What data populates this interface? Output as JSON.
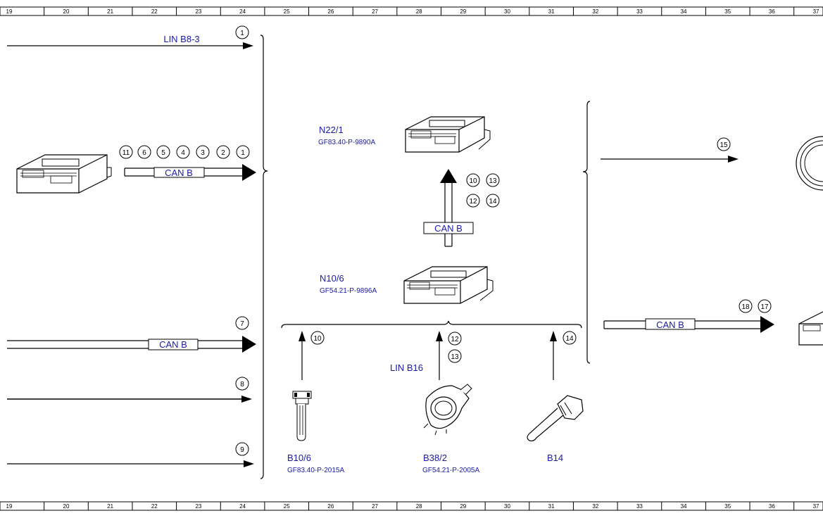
{
  "ruler": {
    "top": [
      "19",
      "20",
      "21",
      "22",
      "23",
      "24",
      "25",
      "26",
      "27",
      "28",
      "29",
      "30",
      "31",
      "32",
      "33",
      "34",
      "35",
      "36",
      "37"
    ],
    "bottom": [
      "19",
      "20",
      "21",
      "22",
      "23",
      "24",
      "25",
      "26",
      "27",
      "28",
      "29",
      "30",
      "31",
      "32",
      "33",
      "34",
      "35",
      "36",
      "37"
    ]
  },
  "left": {
    "lin_label": "LIN B8-3",
    "can_top_label": "CAN B",
    "can_mid_label": "CAN B",
    "can_top_refs": [
      "11",
      "6",
      "5",
      "4",
      "3",
      "2",
      "1"
    ],
    "lin_ref": "1",
    "can_mid_ref": "7",
    "line8_ref": "8",
    "line9_ref": "9"
  },
  "center": {
    "n22_name": "N22/1",
    "n22_code": "GF83.40-P-9890A",
    "n10_name": "N10/6",
    "n10_code": "GF54.21-P-9896A",
    "can_label": "CAN B",
    "can_refs": [
      "10",
      "13",
      "12",
      "14"
    ],
    "lin_label": "LIN B16",
    "b10_name": "B10/6",
    "b10_code": "GF83.40-P-2015A",
    "b10_ref": "10",
    "b38_name": "B38/2",
    "b38_code": "GF54.21-P-2005A",
    "b38_refs": [
      "12",
      "13"
    ],
    "b14_name": "B14",
    "b14_ref": "14"
  },
  "right": {
    "arrow15_ref": "15",
    "can_label": "CAN B",
    "can_refs": [
      "18",
      "17"
    ]
  },
  "colors": {
    "label_blue": "#1a1aa6",
    "line": "#000000"
  }
}
